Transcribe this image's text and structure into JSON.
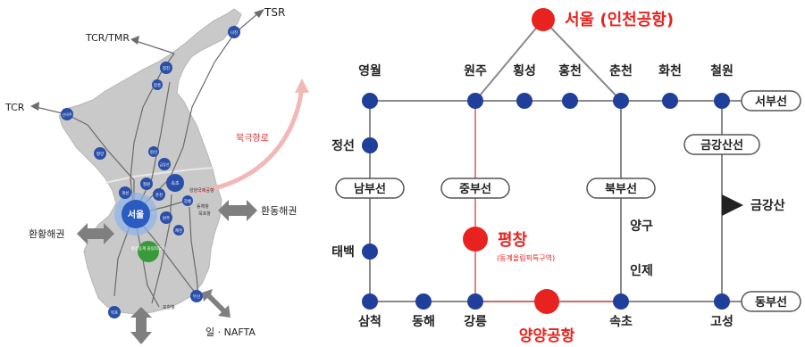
{
  "left_map": {
    "routes": {
      "tsr": "TSR",
      "tcr_tmr": "TCR/TMR",
      "tcr": "TCR",
      "arctic": "북극항로",
      "east_sea_rim": "환동해권",
      "yellow_sea_rim": "환황해권",
      "japan_nafta": "일 · NAFTA"
    },
    "city_badges": {
      "seoul": "서울",
      "gangneung": "강릉",
      "wonju": "원주",
      "chuncheon": "춘천",
      "jecheon": "제천",
      "gaeseong": "개성",
      "pyongyang": "평양",
      "wonsan": "원산",
      "sinuiju": "신의주",
      "chongjin": "청진",
      "najin": "나진",
      "busan": "부산",
      "mokpo": "목포",
      "cheorwon": "철원",
      "geumgangsan": "금강산",
      "hamheung": "함흥",
      "sokcho": "속초"
    },
    "small_labels": {
      "yangyang_airport": "양양국제공항",
      "donghae_port": "동해항",
      "mukho_port": "묵호항",
      "olympic": "평창동계 올림픽도시",
      "pohang_port": "포항항"
    }
  },
  "right_map": {
    "hub": "서울 (인천공항)",
    "pyeongchang": "평창",
    "pyeongchang_sub": "(동계올림픽특구역)",
    "yangyang": "양양공항",
    "geumgangsan": "금강산",
    "yanggu": "양구",
    "inje": "인제",
    "top_stations": [
      "영월",
      "원주",
      "횡성",
      "홍천",
      "춘천",
      "화천",
      "철원"
    ],
    "bottom_stations": [
      "삼척",
      "동해",
      "강릉",
      "속초",
      "고성"
    ],
    "left_stations": [
      "정선",
      "태백"
    ],
    "lines": {
      "seobu": "서부선",
      "dongbu": "동부선",
      "nambu": "남부선",
      "jungbu": "중부선",
      "bukbu": "북부선",
      "geumgangsan_line": "금강산선"
    }
  },
  "colors": {
    "land": "#c9c9c9",
    "arrow": "#7f7f7f",
    "station": "#1f3f9a",
    "red": "#e8231f",
    "red_line": "#e06060",
    "line_gray": "#888888"
  }
}
